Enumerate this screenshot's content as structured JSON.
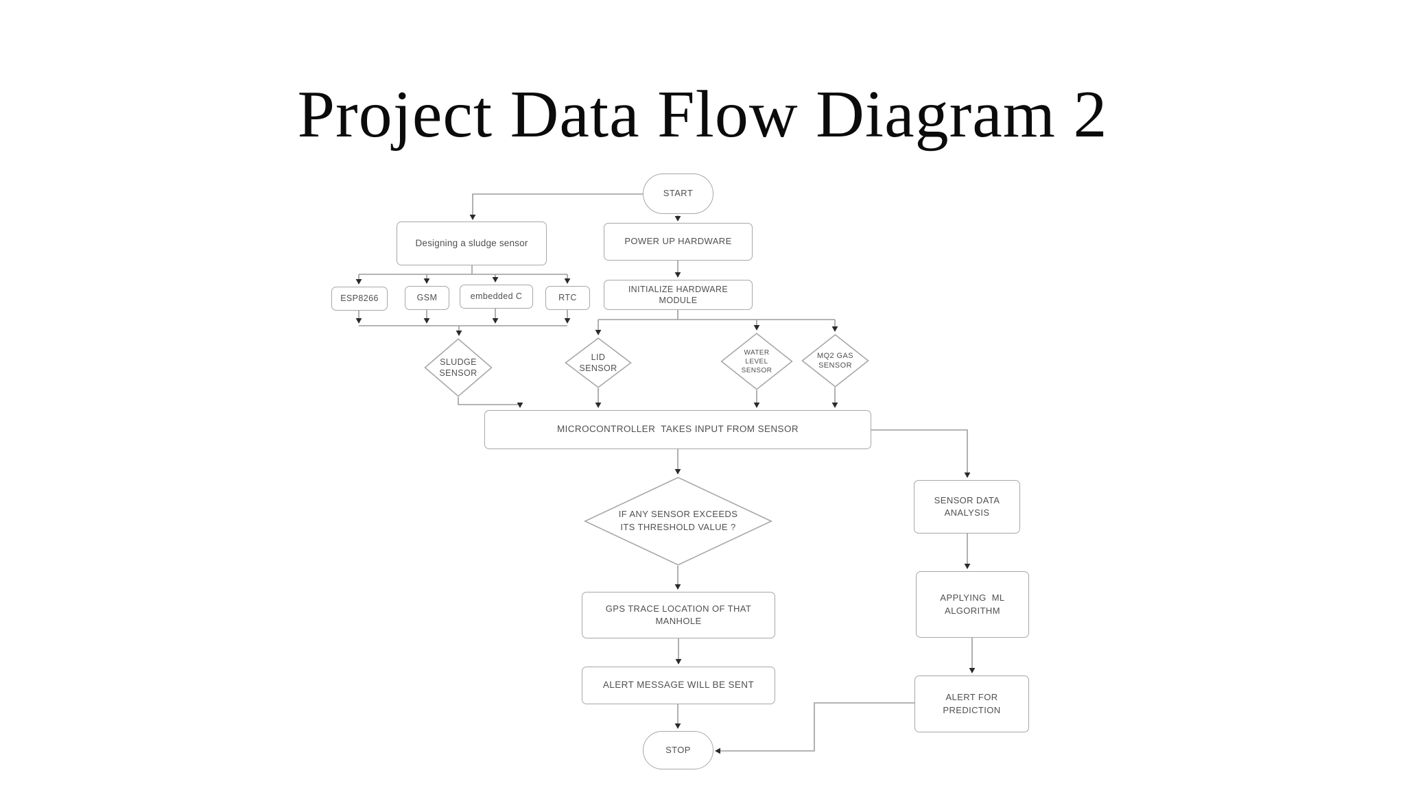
{
  "title": "Project Data Flow Diagram 2",
  "diagram": {
    "nodes": {
      "start": {
        "label": "START",
        "type": "terminator"
      },
      "power_up": {
        "label": "POWER UP HARDWARE",
        "type": "process"
      },
      "designing": {
        "label": "Designing a sludge sensor",
        "type": "process"
      },
      "esp8266": {
        "label": "ESP8266",
        "type": "process"
      },
      "gsm": {
        "label": "GSM",
        "type": "process"
      },
      "embedded_c": {
        "label": "embedded C",
        "type": "process"
      },
      "rtc": {
        "label": "RTC",
        "type": "process"
      },
      "initialize": {
        "label": "INITIALIZE HARDWARE\nMODULE",
        "type": "process"
      },
      "sludge_sensor": {
        "label": "SLUDGE\nSENSOR",
        "type": "decision"
      },
      "lid_sensor": {
        "label": "LID\nSENSOR",
        "type": "decision"
      },
      "water_level_sensor": {
        "label": "WATER\nLEVEL\nSENSOR",
        "type": "decision"
      },
      "mq2_gas_sensor": {
        "label": "MQ2 GAS\nSENSOR",
        "type": "decision"
      },
      "microcontroller": {
        "label": "MICROCONTROLLER  TAKES INPUT FROM SENSOR",
        "type": "process"
      },
      "threshold_decision": {
        "label": "IF ANY SENSOR EXCEEDS\nITS THRESHOLD VALUE ?",
        "type": "decision"
      },
      "gps_trace": {
        "label": "GPS TRACE LOCATION OF THAT\nMANHOLE",
        "type": "process"
      },
      "alert_message": {
        "label": "ALERT MESSAGE WILL BE SENT",
        "type": "process"
      },
      "stop": {
        "label": "STOP",
        "type": "terminator"
      },
      "sensor_data_analysis": {
        "label": "SENSOR DATA\nANALYSIS",
        "type": "process"
      },
      "applying_ml": {
        "label": "APPLYING  ML\nALGORITHM",
        "type": "process"
      },
      "alert_prediction": {
        "label": "ALERT FOR\nPREDICTION",
        "type": "process"
      }
    },
    "edges": [
      {
        "from": "start",
        "to": "designing"
      },
      {
        "from": "start",
        "to": "power_up"
      },
      {
        "from": "power_up",
        "to": "initialize"
      },
      {
        "from": "designing",
        "to": "esp8266"
      },
      {
        "from": "designing",
        "to": "gsm"
      },
      {
        "from": "designing",
        "to": "embedded_c"
      },
      {
        "from": "designing",
        "to": "rtc"
      },
      {
        "from": "esp8266",
        "to": "sludge_sensor"
      },
      {
        "from": "gsm",
        "to": "sludge_sensor"
      },
      {
        "from": "embedded_c",
        "to": "sludge_sensor"
      },
      {
        "from": "rtc",
        "to": "sludge_sensor"
      },
      {
        "from": "initialize",
        "to": "lid_sensor"
      },
      {
        "from": "initialize",
        "to": "water_level_sensor"
      },
      {
        "from": "initialize",
        "to": "mq2_gas_sensor"
      },
      {
        "from": "sludge_sensor",
        "to": "microcontroller"
      },
      {
        "from": "lid_sensor",
        "to": "microcontroller"
      },
      {
        "from": "water_level_sensor",
        "to": "microcontroller"
      },
      {
        "from": "mq2_gas_sensor",
        "to": "microcontroller"
      },
      {
        "from": "microcontroller",
        "to": "threshold_decision"
      },
      {
        "from": "microcontroller",
        "to": "sensor_data_analysis"
      },
      {
        "from": "threshold_decision",
        "to": "gps_trace"
      },
      {
        "from": "gps_trace",
        "to": "alert_message"
      },
      {
        "from": "alert_message",
        "to": "stop"
      },
      {
        "from": "sensor_data_analysis",
        "to": "applying_ml"
      },
      {
        "from": "applying_ml",
        "to": "alert_prediction"
      },
      {
        "from": "alert_prediction",
        "to": "stop"
      }
    ],
    "colors": {
      "background": "#ffffff",
      "line": "#9c9c9c",
      "arrowhead": "#2a2a2a",
      "node_border": "#a7a7a7",
      "node_text": "#4f4f4f",
      "title_text": "#0b0b0b"
    }
  }
}
